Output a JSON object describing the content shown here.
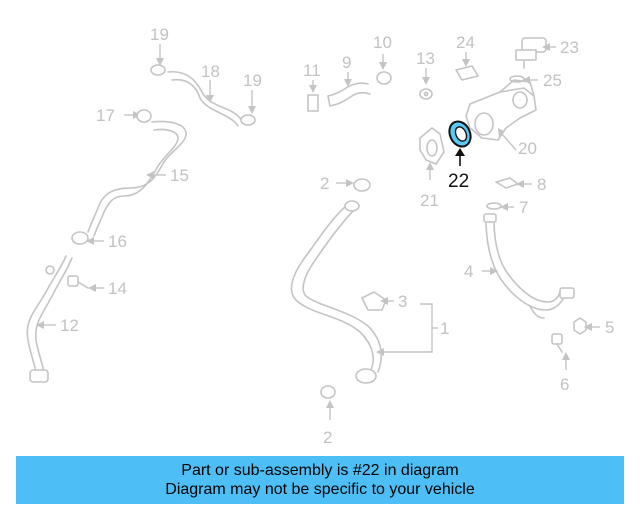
{
  "diagram": {
    "highlight_label": "22",
    "callouts": {
      "c19a": "19",
      "c18": "18",
      "c19b": "19",
      "c17": "17",
      "c15": "15",
      "c16": "16",
      "c14": "14",
      "c12": "12",
      "c11": "11",
      "c9": "9",
      "c10": "10",
      "c2a": "2",
      "c3": "3",
      "c1": "1",
      "c2b": "2",
      "c13": "13",
      "c24": "24",
      "c23": "23",
      "c25": "25",
      "c20": "20",
      "c21": "21",
      "c8": "8",
      "c7": "7",
      "c4": "4",
      "c5": "5",
      "c6": "6"
    }
  },
  "banner": {
    "line1": "Part or sub-assembly is #22 in diagram",
    "line2": "Diagram may not be specific to your vehicle"
  },
  "colors": {
    "banner": "#4dbff6",
    "highlight_part": "#5cc8f5",
    "faded_part": "#c4c4c4"
  }
}
